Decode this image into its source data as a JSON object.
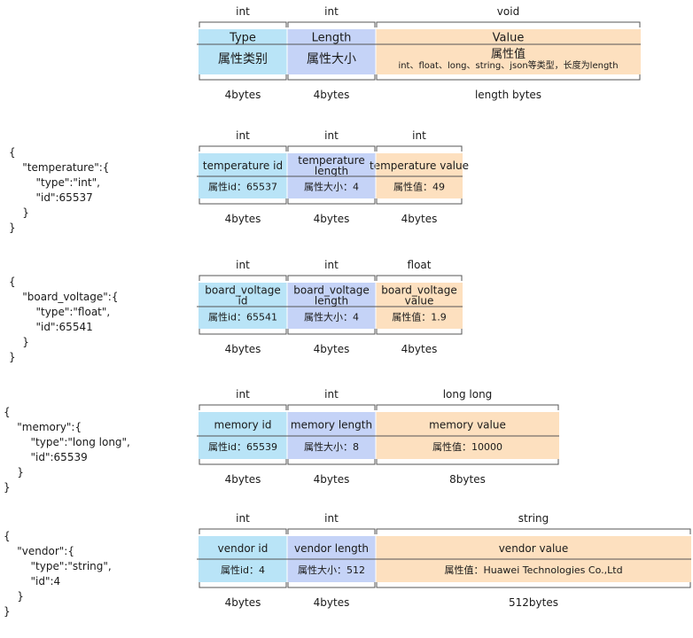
{
  "colors": {
    "id_fill": "#b9e4f7",
    "length_fill": "#c5d3f7",
    "value_fill": "#fde0bf",
    "line": "#555555",
    "text": "#1a1a1a"
  },
  "rows": [
    {
      "code": "",
      "cells": [
        {
          "type": "int",
          "name": "Type",
          "desc": "属性类别",
          "size": "4bytes"
        },
        {
          "type": "int",
          "name": "Length",
          "desc": "属性大小",
          "size": "4bytes"
        },
        {
          "type": "void",
          "name": "Value",
          "desc": "属性值",
          "subdesc": "int、float、long、string、json等类型，长度为length",
          "size": "length bytes"
        }
      ]
    },
    {
      "code": "{\n    \"temperature\":{\n        \"type\":\"int\",\n        \"id\":65537\n    }\n}",
      "cells": [
        {
          "type": "int",
          "name": "temperature id",
          "desc": "属性id：65537",
          "size": "4bytes"
        },
        {
          "type": "int",
          "name": "temperature\nlength",
          "desc": "属性大小：4",
          "size": "4bytes"
        },
        {
          "type": "int",
          "name": "temperature value",
          "desc": "属性值：49",
          "size": "4bytes"
        }
      ]
    },
    {
      "code": "{\n    \"board_voltage\":{\n        \"type\":\"float\",\n        \"id\":65541\n    }\n}",
      "cells": [
        {
          "type": "int",
          "name": "board_voltage\nid",
          "desc": "属性id：65541",
          "size": "4bytes"
        },
        {
          "type": "int",
          "name": "board_voltage\nlength",
          "desc": "属性大小：4",
          "size": "4bytes"
        },
        {
          "type": "float",
          "name": "board_voltage\nvalue",
          "desc": "属性值：1.9",
          "size": "4bytes"
        }
      ]
    },
    {
      "code": "{\n    \"memory\":{\n        \"type\":\"long long\",\n        \"id\":65539\n    }\n}",
      "cells": [
        {
          "type": "int",
          "name": "memory id",
          "desc": "属性id：65539",
          "size": "4bytes"
        },
        {
          "type": "int",
          "name": "memory length",
          "desc": "属性大小：8",
          "size": "4bytes"
        },
        {
          "type": "long long",
          "name": "memory value",
          "desc": "属性值：10000",
          "size": "8bytes"
        }
      ]
    },
    {
      "code": "{\n    \"vendor\":{\n        \"type\":\"string\",\n        \"id\":4\n    }\n}",
      "cells": [
        {
          "type": "int",
          "name": "vendor id",
          "desc": "属性id：4",
          "size": "4bytes"
        },
        {
          "type": "int",
          "name": "vendor length",
          "desc": "属性大小：512",
          "size": "4bytes"
        },
        {
          "type": "string",
          "name": "vendor value",
          "desc": "属性值：Huawei Technologies Co.,Ltd",
          "size": "512bytes"
        }
      ]
    }
  ]
}
